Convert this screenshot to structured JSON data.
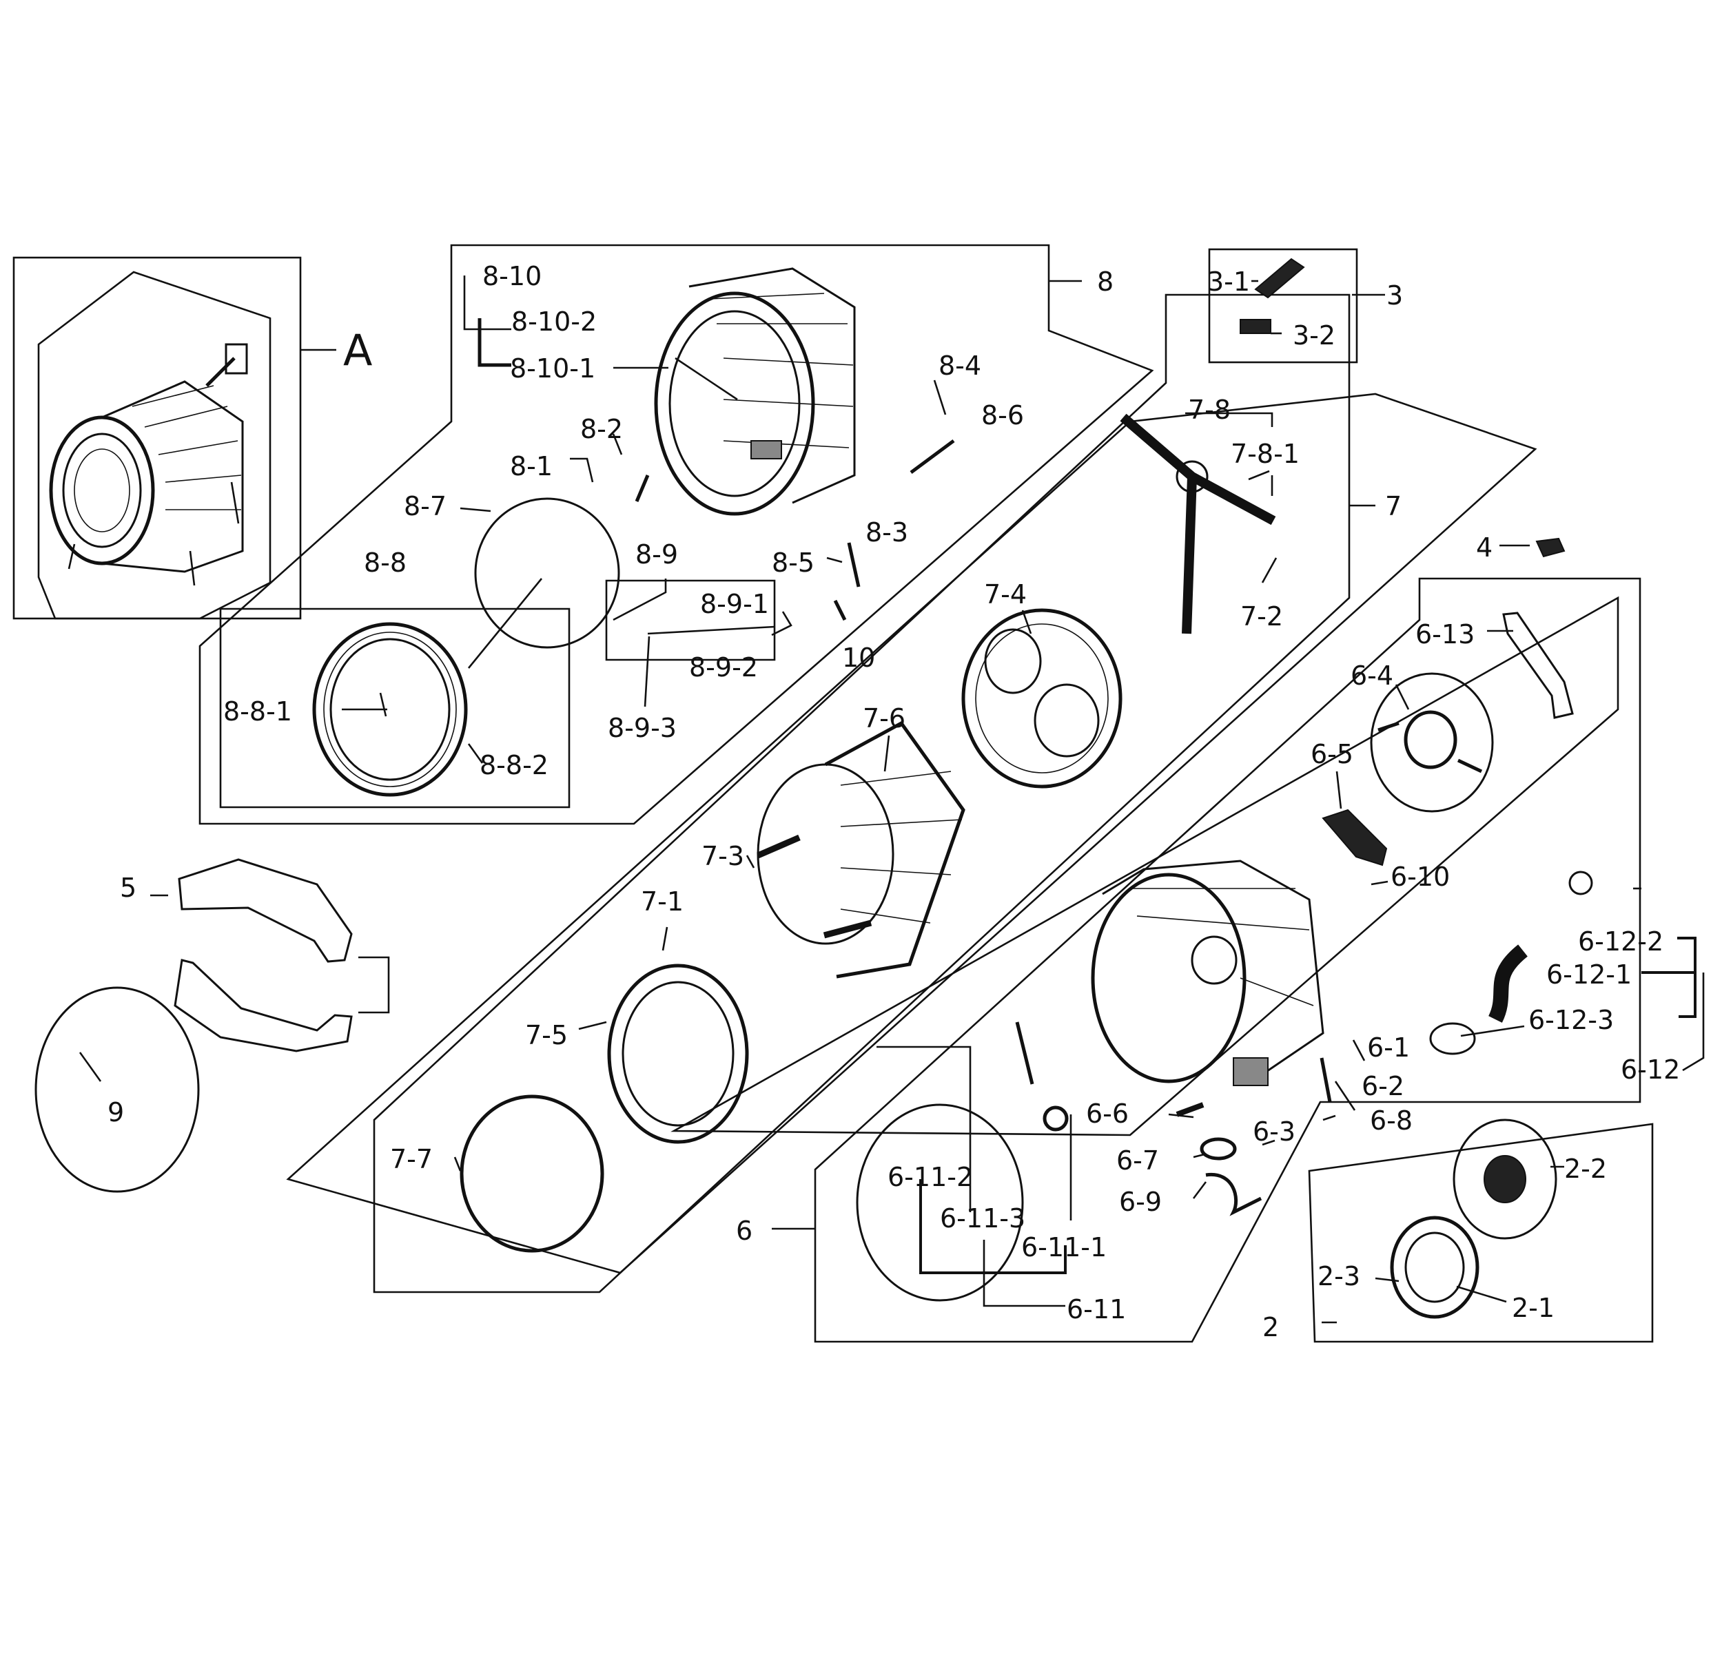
{
  "labels": {
    "A": "A",
    "l8": "8",
    "l8_1": "8-1",
    "l8_2": "8-2",
    "l8_3": "8-3",
    "l8_4": "8-4",
    "l8_5": "8-5",
    "l8_6": "8-6",
    "l8_7": "8-7",
    "l8_8": "8-8",
    "l8_8_1": "8-8-1",
    "l8_8_2": "8-8-2",
    "l8_9": "8-9",
    "l8_9_1": "8-9-1",
    "l8_9_2": "8-9-2",
    "l8_9_3": "8-9-3",
    "l8_10": "8-10",
    "l8_10_1": "8-10-1",
    "l8_10_2": "8-10-2",
    "l10": "10",
    "l3": "3",
    "l3_1": "3-1",
    "l3_2": "3-2",
    "l4": "4",
    "l7": "7",
    "l7_1": "7-1",
    "l7_2": "7-2",
    "l7_3": "7-3",
    "l7_4": "7-4",
    "l7_5": "7-5",
    "l7_6": "7-6",
    "l7_7": "7-7",
    "l7_8": "7-8",
    "l7_8_1": "7-8-1",
    "l5": "5",
    "l9": "9",
    "l6": "6",
    "l6_1": "6-1",
    "l6_2": "6-2",
    "l6_3": "6-3",
    "l6_4": "6-4",
    "l6_5": "6-5",
    "l6_6": "6-6",
    "l6_7": "6-7",
    "l6_8": "6-8",
    "l6_9": "6-9",
    "l6_10": "6-10",
    "l6_11": "6-11",
    "l6_11_1": "6-11-1",
    "l6_11_2": "6-11-2",
    "l6_11_3": "6-11-3",
    "l6_12": "6-12",
    "l6_12_1": "6-12-1",
    "l6_12_2": "6-12-2",
    "l6_12_3": "6-12-3",
    "l6_13": "6-13",
    "l2": "2",
    "l2_1": "2-1",
    "l2_2": "2-2",
    "l2_3": "2-3"
  }
}
